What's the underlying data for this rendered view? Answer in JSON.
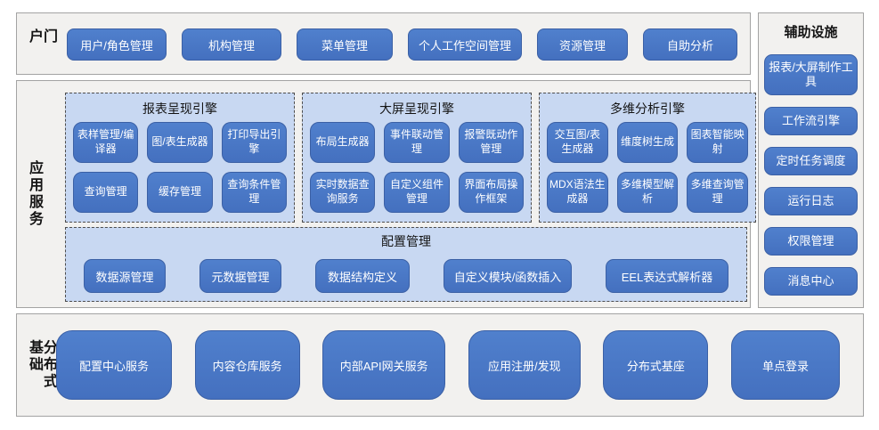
{
  "colors": {
    "node_fill": "#4472c4",
    "node_border": "#3b60a5",
    "node_text": "#ffffff",
    "panel_fill": "#f2f1ef",
    "panel_border": "#a3a3a3",
    "subpanel_fill": "#c8d8f2",
    "subpanel_border": "#4d4d4d",
    "label_text": "#141414"
  },
  "portal": {
    "label": "门户",
    "buttons": [
      "用户/角色管理",
      "机构管理",
      "菜单管理",
      "个人工作空间管理",
      "资源管理",
      "自助分析"
    ]
  },
  "app_services": {
    "label": "应用服务",
    "engines": [
      {
        "title": "报表呈现引擎",
        "rows": [
          [
            "表样管理/编译器",
            "图/表生成器",
            "打印导出引擎"
          ],
          [
            "查询管理",
            "缓存管理",
            "查询条件管理"
          ]
        ]
      },
      {
        "title": "大屏呈现引擎",
        "rows": [
          [
            "布局生成器",
            "事件联动管理",
            "报警既动作管理"
          ],
          [
            "实时数据查询服务",
            "自定义组件管理",
            "界面布局操作框架"
          ]
        ]
      },
      {
        "title": "多维分析引擎",
        "rows": [
          [
            "交互图/表生成器",
            "维度树生成",
            "图表智能映射"
          ],
          [
            "MDX语法生成器",
            "多维模型解析",
            "多维查询管理"
          ]
        ]
      }
    ],
    "config": {
      "title": "配置管理",
      "buttons": [
        "数据源管理",
        "元数据管理",
        "数据结构定义",
        "自定义模块/函数插入",
        "EEL表达式解析器"
      ]
    }
  },
  "distributed": {
    "label": "分布式基础",
    "buttons": [
      "配置中心服务",
      "内容仓库服务",
      "内部API网关服务",
      "应用注册/发现",
      "分布式基座",
      "单点登录"
    ]
  },
  "auxiliary": {
    "label": "辅助设施",
    "buttons": [
      "报表/大屏制作工具",
      "工作流引擎",
      "定时任务调度",
      "运行日志",
      "权限管理",
      "消息中心"
    ]
  }
}
